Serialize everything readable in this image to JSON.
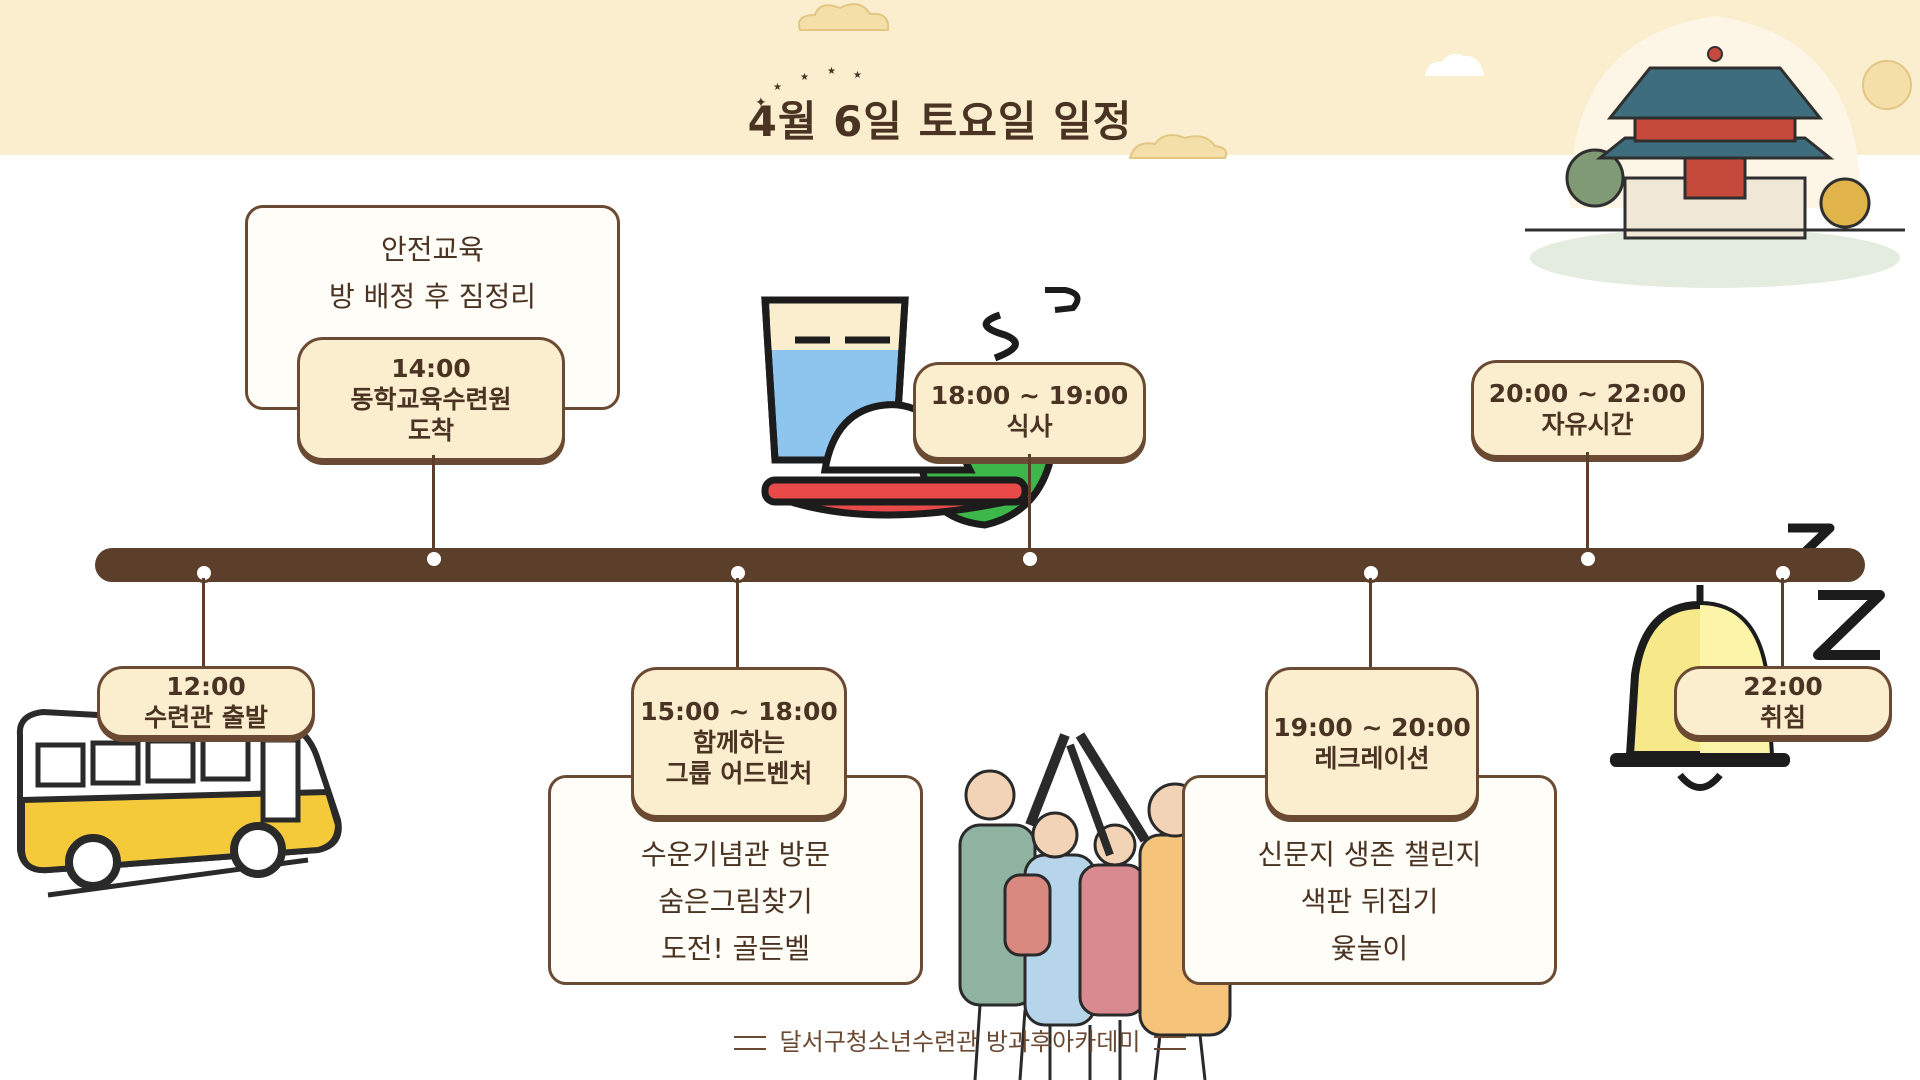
{
  "title": "4월 6일 토요일 일정",
  "footer": "달서구청소년수련관 방과후아카데미",
  "events": [
    {
      "time": "12:00",
      "label": "수련관 출발"
    },
    {
      "time": "14:00",
      "label": "동학교육수련원\n도착",
      "details": [
        "안전교육",
        "방 배정 후 짐정리"
      ]
    },
    {
      "time": "15:00 ~ 18:00",
      "label": "함께하는\n그룹 어드벤처",
      "details": [
        "수운기념관 방문",
        "숨은그림찾기",
        "도전! 골든벨"
      ]
    },
    {
      "time": "18:00 ~ 19:00",
      "label": "식사"
    },
    {
      "time": "19:00 ~ 20:00",
      "label": "레크레이션",
      "details": [
        "신문지 생존 챌린지",
        "색판 뒤집기",
        "윷놀이"
      ]
    },
    {
      "time": "20:00 ~ 22:00",
      "label": "자유시간"
    },
    {
      "time": "22:00",
      "label": "취침"
    }
  ],
  "colors": {
    "brown": "#5c3f2a",
    "cream": "#fbeecf",
    "yellow": "#f4c93a"
  },
  "icons": [
    "bus-icon",
    "meal-icon",
    "bell-icon",
    "palace-illustration",
    "students-illustration",
    "cloud-icon",
    "zzz-icon"
  ]
}
